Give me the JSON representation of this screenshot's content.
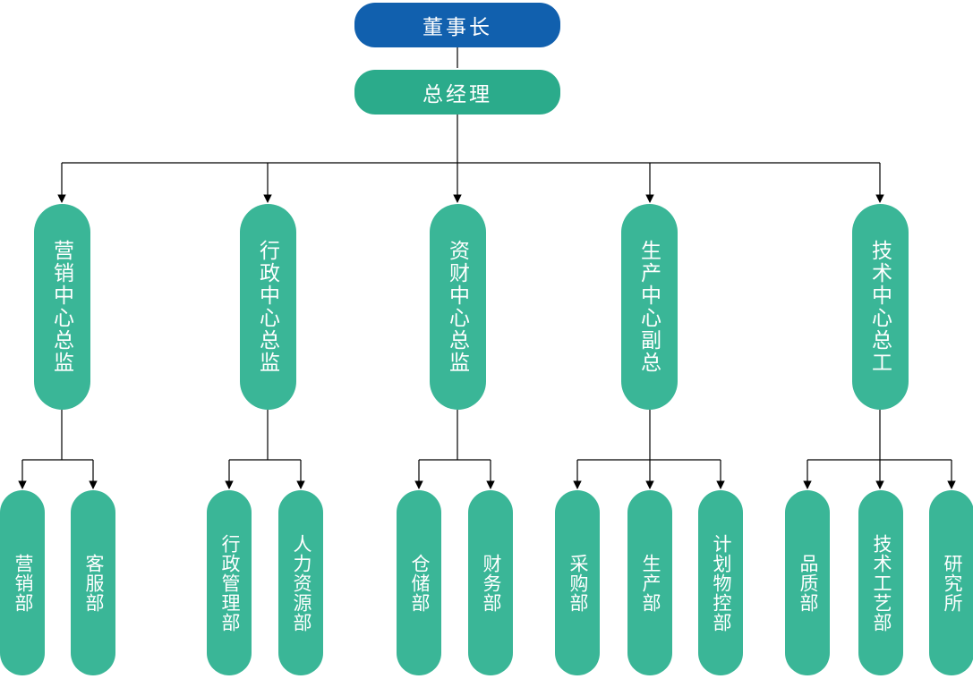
{
  "colors": {
    "chairman_blue": "#1160AE",
    "manager_green": "#2BAB8B",
    "pill_green": "#3AB697",
    "line_black": "#000000",
    "text_white": "#FFFFFF"
  },
  "org": {
    "chairman": {
      "label": "董事长"
    },
    "gm": {
      "label": "总经理"
    },
    "centers": [
      {
        "label": "营销中心总监",
        "departments": [
          {
            "label": "营销部"
          },
          {
            "label": "客服部"
          }
        ]
      },
      {
        "label": "行政中心总监",
        "departments": [
          {
            "label": "行政管理部"
          },
          {
            "label": "人力资源部"
          }
        ]
      },
      {
        "label": "资财中心总监",
        "departments": [
          {
            "label": "仓储部"
          },
          {
            "label": "财务部"
          }
        ]
      },
      {
        "label": "生产中心副总",
        "departments": [
          {
            "label": "采购部"
          },
          {
            "label": "生产部"
          },
          {
            "label": "计划物控部"
          }
        ]
      },
      {
        "label": "技术中心总工",
        "departments": [
          {
            "label": "品质部"
          },
          {
            "label": "技术工艺部"
          },
          {
            "label": "研究所"
          }
        ]
      }
    ]
  }
}
